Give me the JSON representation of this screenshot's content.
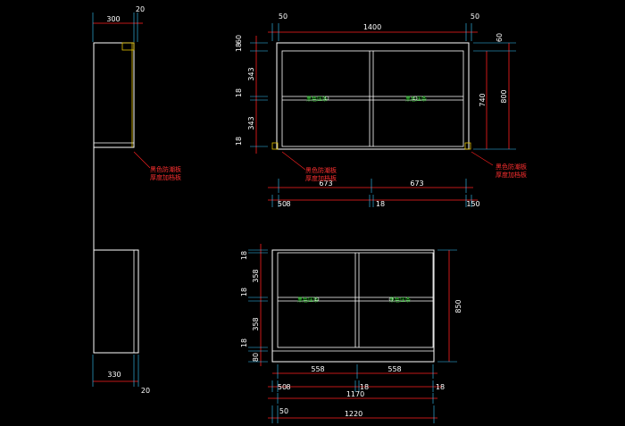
{
  "colors": {
    "background": "#000000",
    "outline": "#ffffff",
    "dimension": "#ff2020",
    "extension": "#38c8ff",
    "label": "#35e035",
    "accent": "#e0c000"
  },
  "side_view": {
    "top_width": "300",
    "top_gap": "20",
    "bottom_width": "330",
    "bottom_gap": "20",
    "note_line1": "黑色防潮板",
    "note_line2": "厚度加档板"
  },
  "upper_cabinet": {
    "overall_width": "1400",
    "left_offset": "50",
    "right_offset": "50",
    "heights": [
      "60",
      "18",
      "343",
      "18",
      "343",
      "18"
    ],
    "inner_height": "740",
    "overall_height": "800",
    "bay_widths": [
      "673",
      "673"
    ],
    "bottom_left": "50",
    "bottom_left_sub": "8",
    "mid_divider": "18",
    "bottom_right": "150",
    "handle_label": "黑色压条",
    "note_left_line1": "黑色防潮板",
    "note_left_line2": "厚度加档板",
    "note_right_line1": "黑色防潮板",
    "note_right_line2": "厚度加档板"
  },
  "lower_cabinet": {
    "heights": [
      "18",
      "358",
      "18",
      "358",
      "18",
      "80"
    ],
    "overall_height": "850",
    "bay_widths": [
      "558",
      "558"
    ],
    "left_sub": "50",
    "left_sub2": "8",
    "mid_divider": "18",
    "right_divider": "18",
    "inner_width": "1170",
    "overall_left": "50",
    "overall_width": "1220",
    "handle_label": "黑色压条"
  }
}
